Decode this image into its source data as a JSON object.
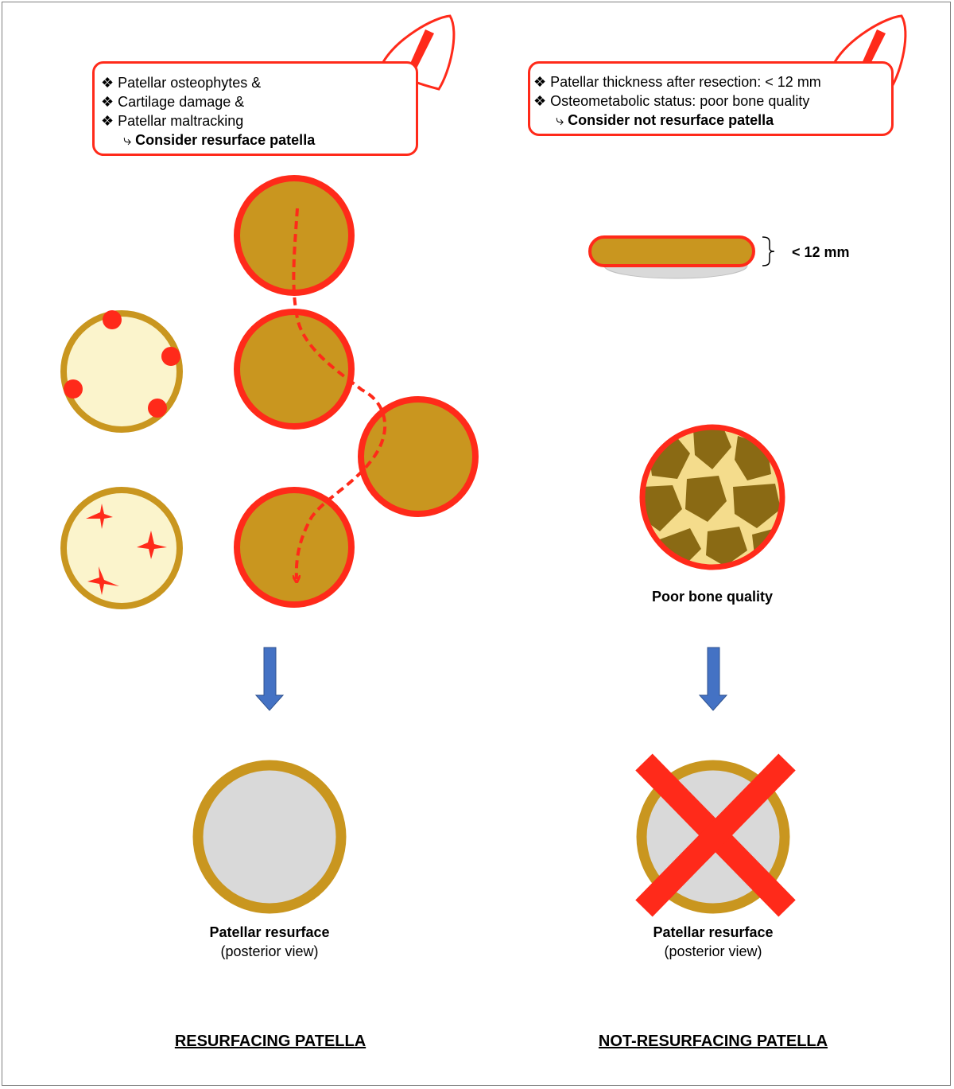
{
  "left_panel": {
    "callout": {
      "items": [
        "Patellar osteophytes &",
        "Cartilage damage &",
        "Patellar maltracking"
      ],
      "conclusion": "Consider resurface patella"
    },
    "result_label": "Patellar resurface",
    "result_sublabel": "(posterior view)",
    "section_title": "RESURFACING PATELLA"
  },
  "right_panel": {
    "callout": {
      "items": [
        "Patellar thickness after resection: < 12 mm",
        "Osteometabolic status: poor bone quality"
      ],
      "conclusion": "Consider not resurface patella"
    },
    "thickness_label": "< 12 mm",
    "bone_quality_label": "Poor bone quality",
    "result_label": "Patellar resurface",
    "result_sublabel": "(posterior view)",
    "section_title": "NOT-RESURFACING PATELLA"
  },
  "symbols": {
    "bullet": "❖",
    "arrow": "⤷"
  },
  "colors": {
    "red": "#ff2a1a",
    "gold": "#c9961f",
    "cream": "#fbf4cc",
    "gray": "#d9d9d9",
    "blue": "#4472c4",
    "dark_bone": "#8a6a14"
  }
}
